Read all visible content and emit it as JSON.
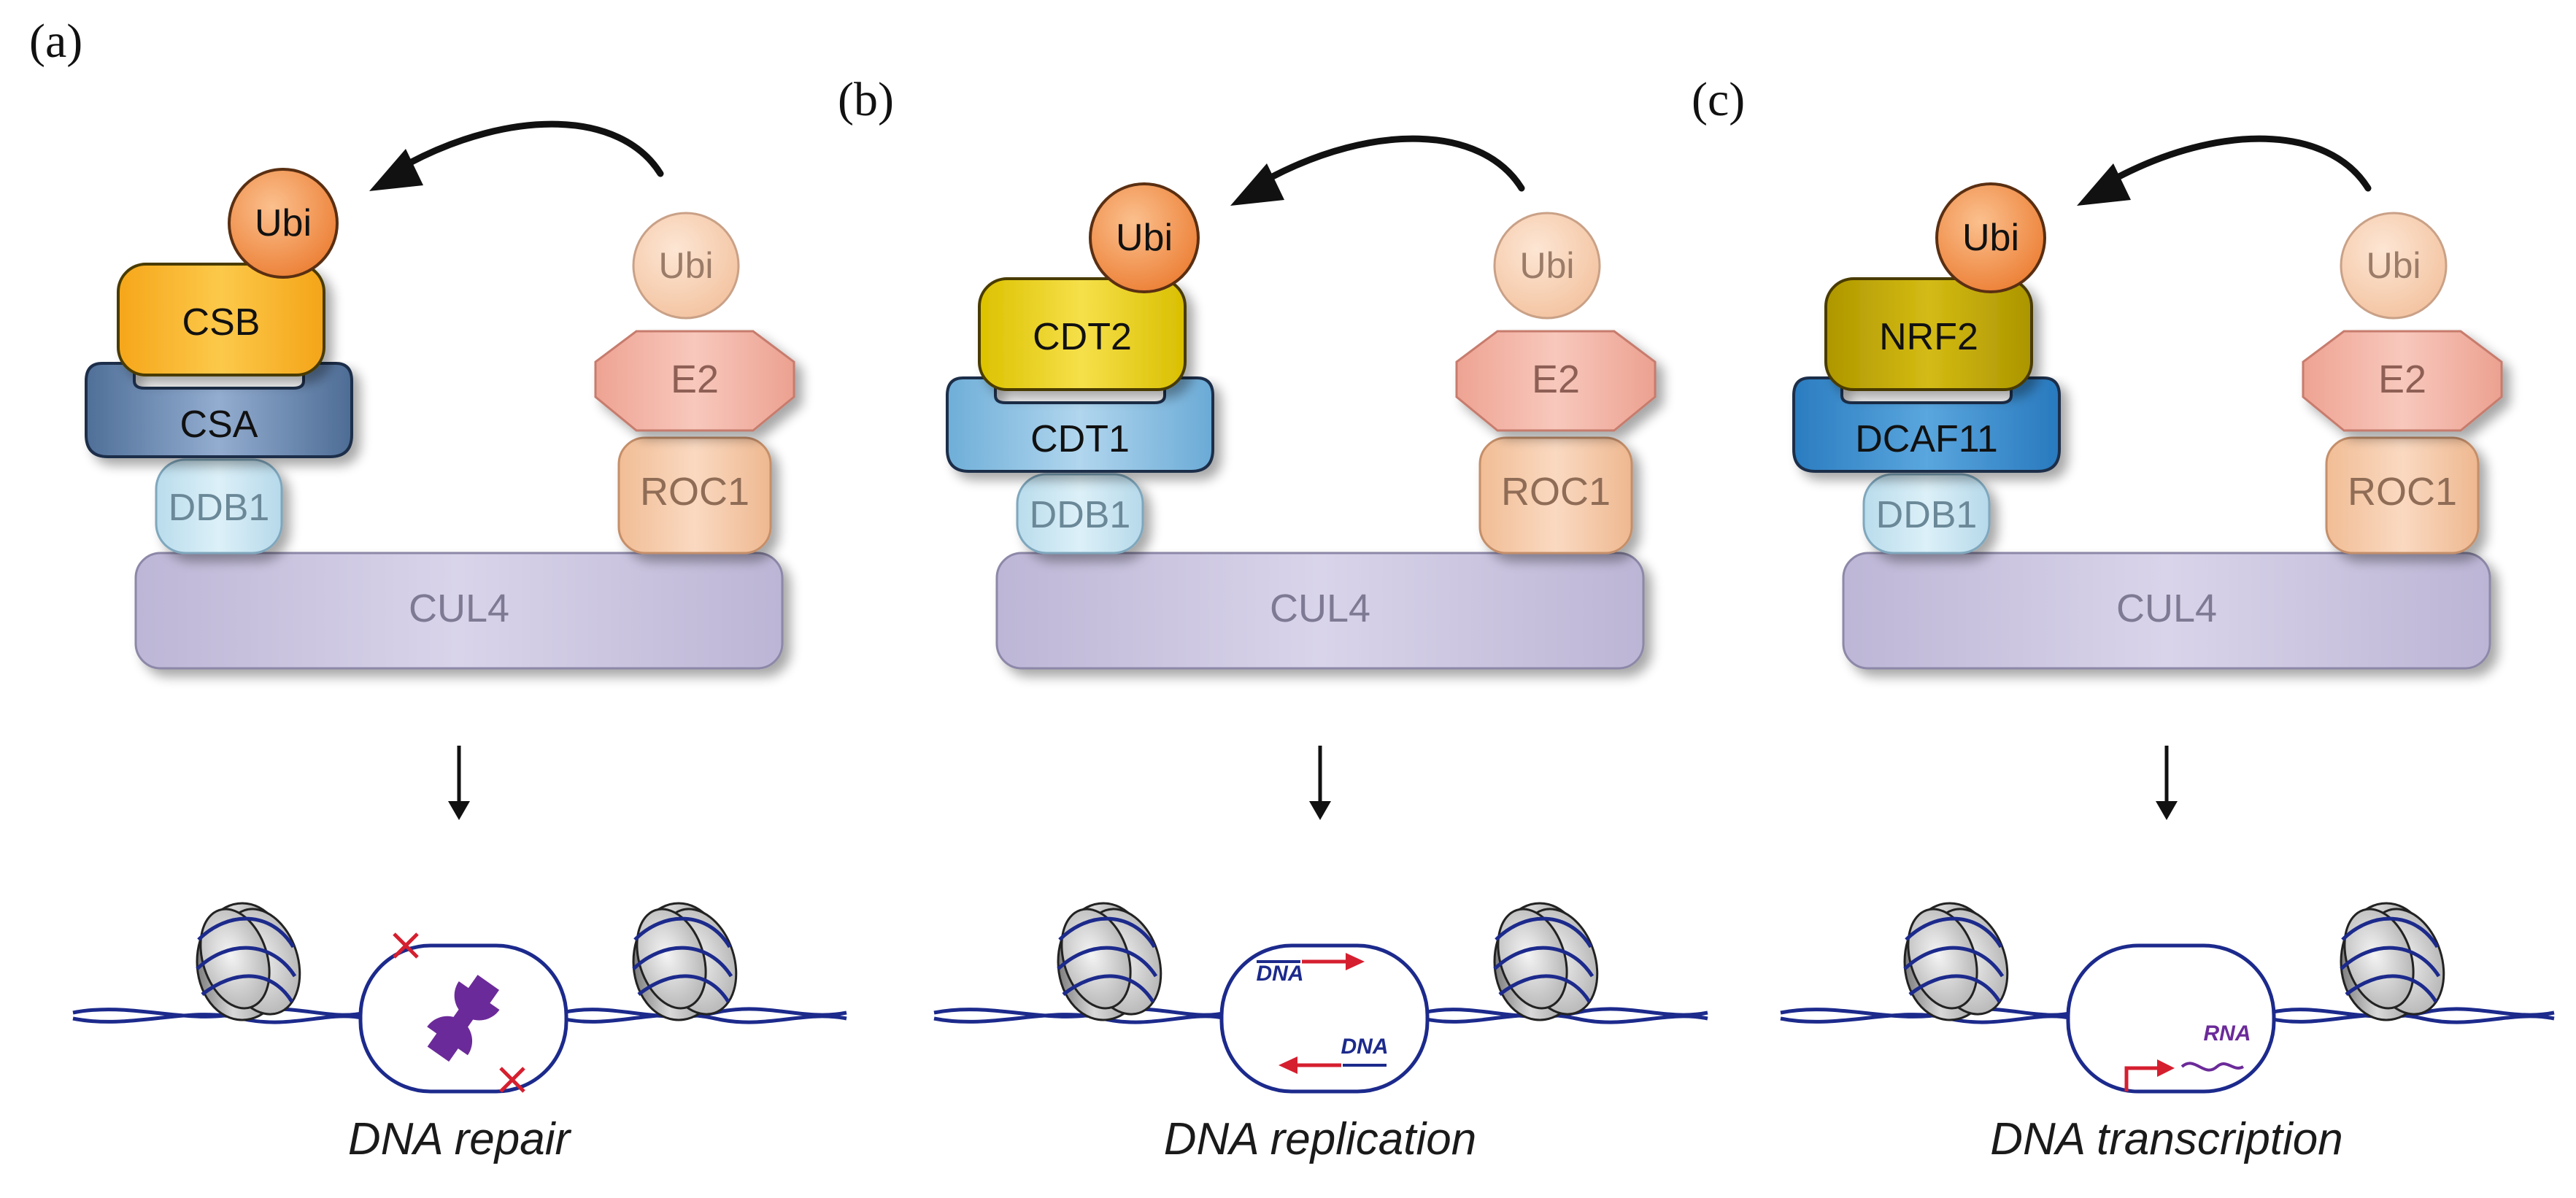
{
  "colors": {
    "cul4": "#c6c0dc",
    "ddb1": "#c6e2ef",
    "roc1": "#f6c9a6",
    "e2": "#f2b3a6",
    "ubi_pale": "#f9d6bd",
    "ubi_bright": "#f29a57",
    "csb": "#f5b31d",
    "csa": "#6f8fb5",
    "cdt2": "#e8cf00",
    "cdt1": "#8fc1e2",
    "nrf2": "#c0a800",
    "dcaf11": "#3f8fcf",
    "dna_strand": "#1c2a8c",
    "accent_red": "#d51f2f",
    "wrench": "#6b2a99"
  },
  "panels": [
    {
      "letter": "(a)",
      "substrate": "CSB",
      "receptor": "CSA",
      "adaptor": "DDB1",
      "scaffold": "CUL4",
      "ring": "ROC1",
      "e2": "E2",
      "ubi_donor": "Ubi",
      "ubi_target": "Ubi",
      "outcome": "DNA repair",
      "outcome_icon": "wrench-icon"
    },
    {
      "letter": "(b)",
      "substrate": "CDT2",
      "receptor": "CDT1",
      "adaptor": "DDB1",
      "scaffold": "CUL4",
      "ring": "ROC1",
      "e2": "E2",
      "ubi_donor": "Ubi",
      "ubi_target": "Ubi",
      "outcome": "DNA replication",
      "strand_label_top": "DNA",
      "strand_label_bottom": "DNA"
    },
    {
      "letter": "(c)",
      "substrate": "NRF2",
      "receptor": "DCAF11",
      "adaptor": "DDB1",
      "scaffold": "CUL4",
      "ring": "ROC1",
      "e2": "E2",
      "ubi_donor": "Ubi",
      "ubi_target": "Ubi",
      "outcome": "DNA transcription",
      "rna_label": "RNA"
    }
  ]
}
